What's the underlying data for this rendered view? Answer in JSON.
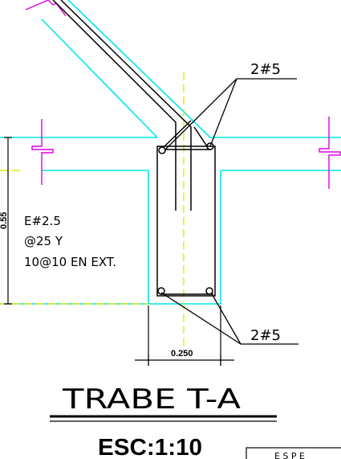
{
  "drawing": {
    "rebar_top_label": "2#5",
    "rebar_bottom_label": "2#5",
    "stirrup_lines": [
      "E#2.5",
      "@25 Y",
      "10@10 EN EXT."
    ],
    "height_dimension": "0.55",
    "width_dimension": "0.250",
    "title": "TRABE T-A",
    "scale": "ESC:1:10",
    "title_block_fragment": "E S P E"
  },
  "colors": {
    "concrete_outline": "#00e5ee",
    "axis_line": "#e6e600",
    "break_symbol": "#e000e0",
    "ink": "#000000"
  }
}
